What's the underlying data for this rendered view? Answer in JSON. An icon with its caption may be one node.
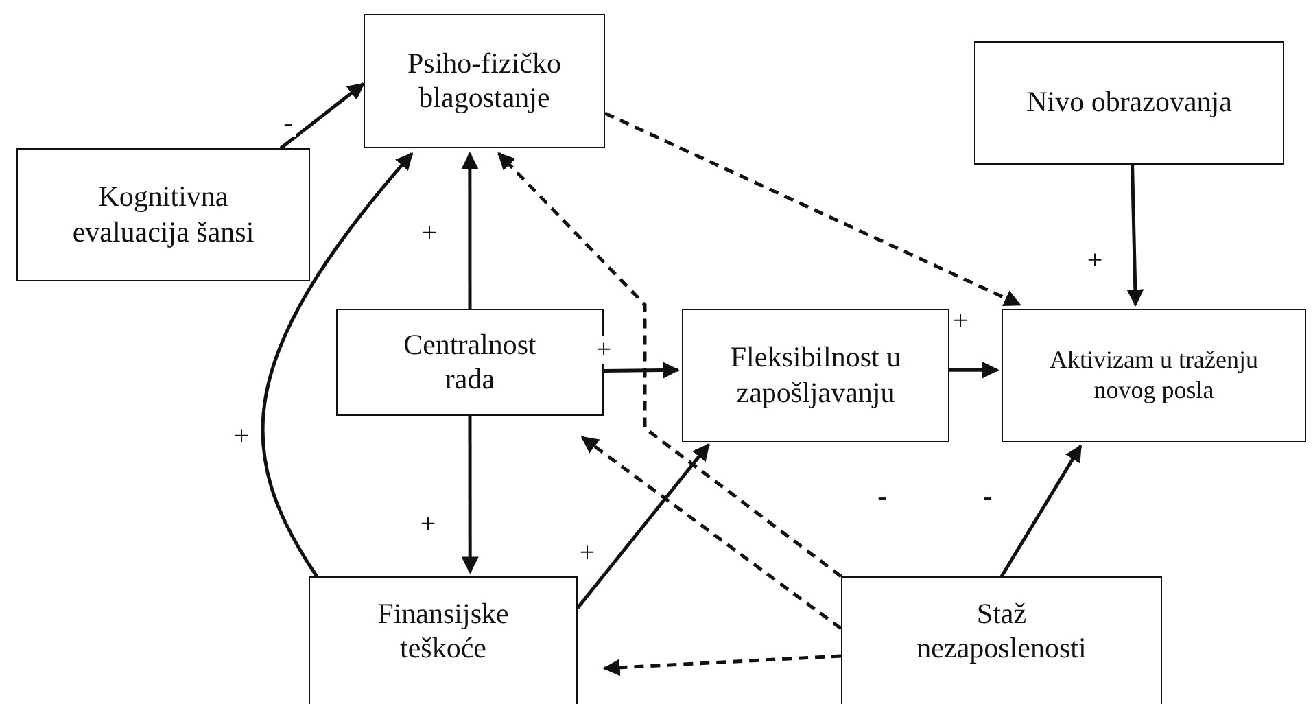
{
  "diagram": {
    "nodes": [
      {
        "text": [
          "Psiho-fizičko blagostanje"
        ]
      },
      {
        "text": [
          "Nivo obrazovanja"
        ]
      },
      {
        "text": [
          "Kognitivna evaluacija šansi"
        ]
      },
      {
        "text": [
          "Centralnost rada"
        ]
      },
      {
        "text": [
          "Fleksibilnost u zapošljavanju"
        ]
      },
      {
        "text": [
          "Aktivizam u traženju novog posla"
        ]
      },
      {
        "text": [
          "Finansijske teškoće"
        ]
      },
      {
        "text": [
          "Staž nezaposlenosti"
        ]
      }
    ],
    "edges": [
      {
        "from": 2,
        "to": 0,
        "arrow": "to",
        "label": "-"
      },
      {
        "from": 3,
        "to": 0,
        "arrow": "to",
        "label": "+"
      },
      {
        "from": 6,
        "to": 0,
        "arrow": "to",
        "label": "+"
      },
      {
        "from": 7,
        "to": 0,
        "arrow": "to",
        "label": "-",
        "style": "dashed"
      },
      {
        "from": 0,
        "to": 5,
        "arrow": "to",
        "style": "dashed"
      },
      {
        "from": 1,
        "to": 5,
        "arrow": "to",
        "label": "+"
      },
      {
        "from": 3,
        "to": 4,
        "arrow": "to",
        "label": "+"
      },
      {
        "from": 4,
        "to": 5,
        "arrow": "to",
        "label": "+"
      },
      {
        "from": 3,
        "to": 6,
        "arrow": "to",
        "label": "+"
      },
      {
        "from": 6,
        "to": 4,
        "arrow": "to",
        "label": "+"
      },
      {
        "from": 7,
        "to": 3,
        "arrow": "to",
        "style": "dashed"
      },
      {
        "from": 7,
        "to": 6,
        "arrow": "to",
        "style": "dashed"
      },
      {
        "from": 7,
        "to": 5,
        "arrow": "to",
        "label": "-"
      }
    ]
  }
}
